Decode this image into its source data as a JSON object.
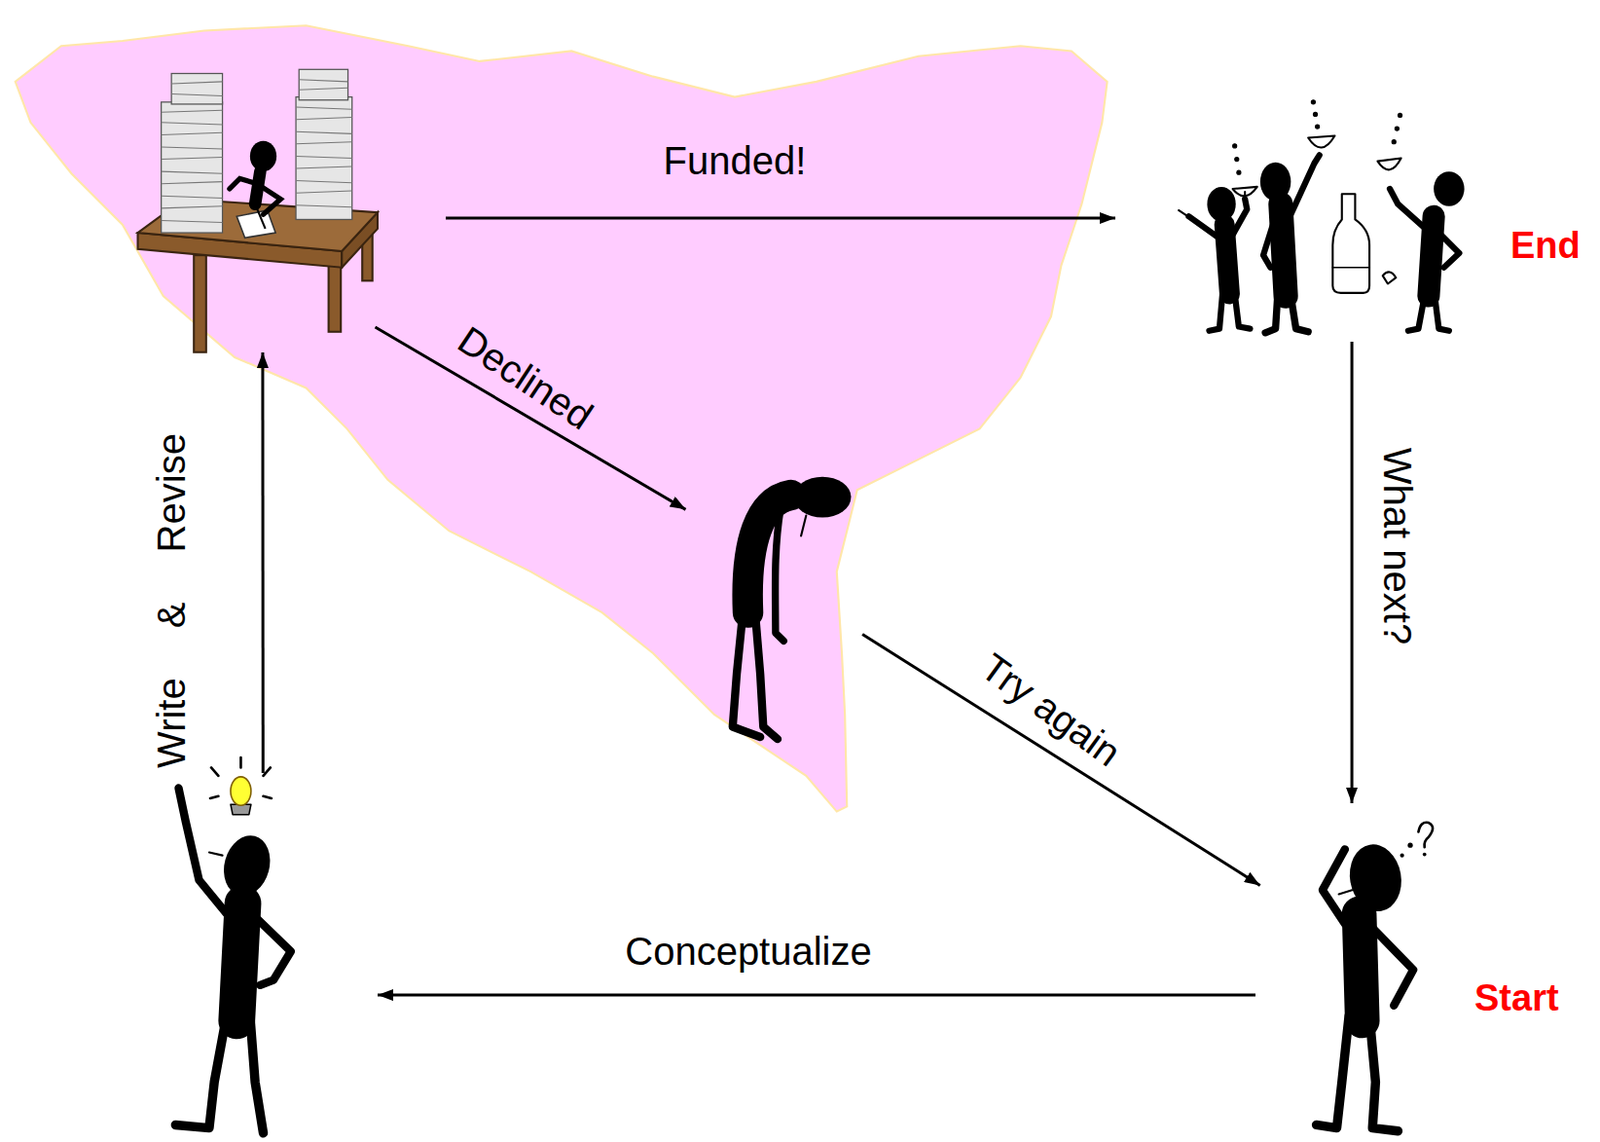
{
  "diagram": {
    "nodes": [
      {
        "text": []
      },
      {
        "text": [
          "End"
        ]
      },
      {
        "text": []
      },
      {
        "text": []
      },
      {
        "text": [
          "Start"
        ]
      }
    ],
    "edges": [
      {
        "from": 0,
        "to": 1,
        "label": "Funded!",
        "arrow": "to"
      },
      {
        "from": 0,
        "to": 2,
        "label": "Declined",
        "arrow": "to"
      },
      {
        "from": 2,
        "to": 4,
        "label": "Try again",
        "arrow": "to"
      },
      {
        "from": 1,
        "to": 4,
        "label": "What next?",
        "arrow": "to"
      },
      {
        "from": 4,
        "to": 3,
        "label": "Conceptualize",
        "arrow": "to"
      },
      {
        "from": 3,
        "to": 0,
        "label": "Write & Revise",
        "arrow": "to"
      }
    ]
  }
}
